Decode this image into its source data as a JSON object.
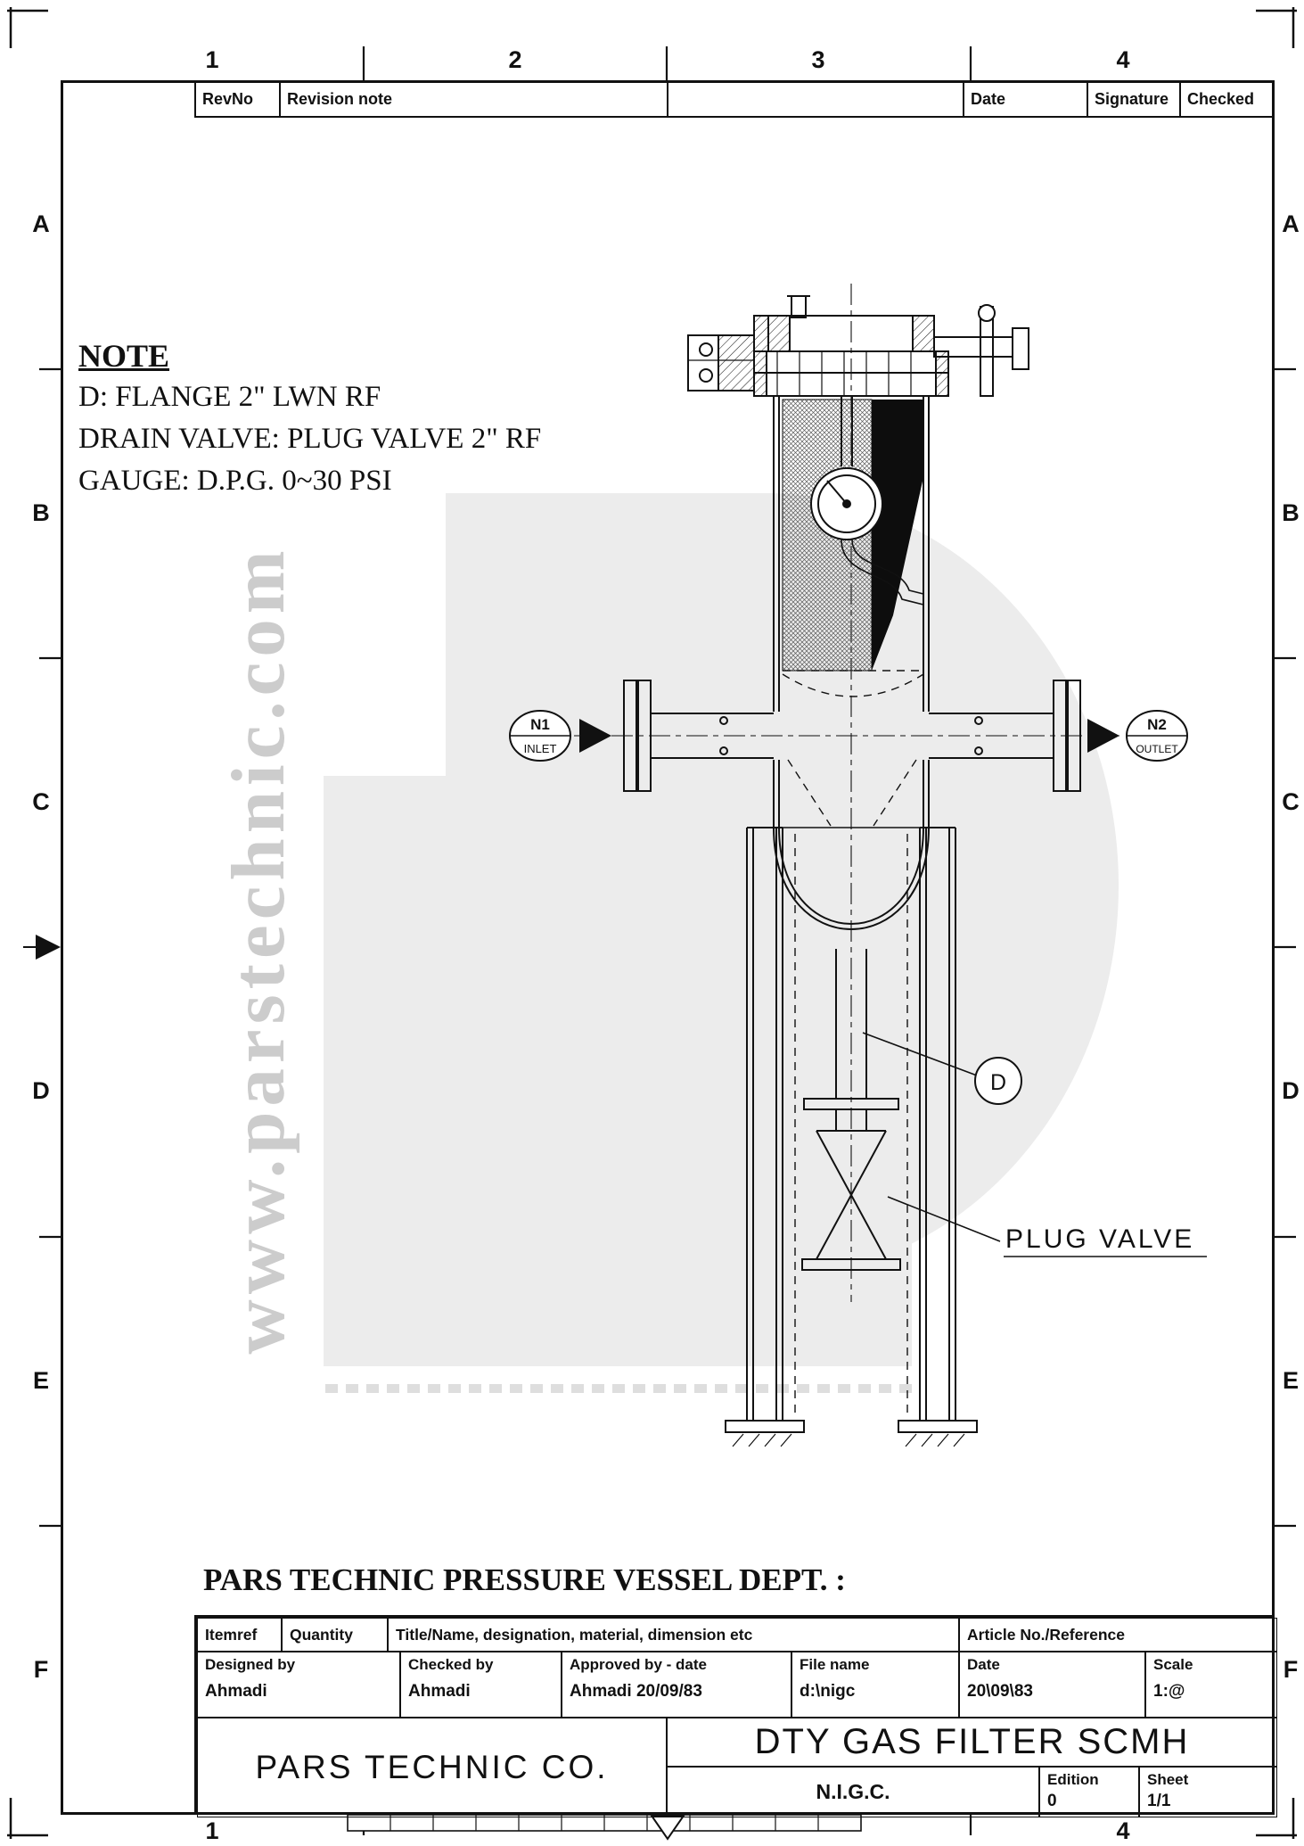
{
  "zones": {
    "top": [
      "1",
      "2",
      "3",
      "4"
    ],
    "bottom": [
      "1",
      "4"
    ],
    "left": [
      "A",
      "B",
      "C",
      "D",
      "E",
      "F"
    ],
    "right": [
      "A",
      "B",
      "C",
      "D",
      "E",
      "F"
    ]
  },
  "revision_table": {
    "headers": [
      "RevNo",
      "Revision note",
      "Date",
      "Signature",
      "Checked"
    ]
  },
  "note": {
    "title": "NOTE",
    "lines": [
      "D: FLANGE 2\" LWN RF",
      "DRAIN VALVE: PLUG VALVE 2\" RF",
      "GAUGE: D.P.G. 0~30 PSI"
    ]
  },
  "watermark": "www.parstechnic.com",
  "drawing": {
    "n1": "N1",
    "n1_sub": "INLET",
    "n2": "N2",
    "n2_sub": "OUTLET",
    "detail_d": "D",
    "plug_valve": "PLUG VALVE"
  },
  "title_block": {
    "dept_title": "PARS TECHNIC PRESSURE VESSEL DEPT. :",
    "col_itemref": "Itemref",
    "col_quantity": "Quantity",
    "col_title": "Title/Name, designation, material, dimension etc",
    "col_article": "Article No./Reference",
    "designed_label": "Designed by",
    "designed_value": "Ahmadi",
    "checked_label": "Checked by",
    "checked_value": "Ahmadi",
    "approved_label": "Approved by - date",
    "approved_value": "Ahmadi 20/09/83",
    "file_label": "File name",
    "file_value": "d:\\nigc",
    "date_label": "Date",
    "date_value": "20\\09\\83",
    "scale_label": "Scale",
    "scale_value": "1:@",
    "company": "PARS TECHNIC CO.",
    "drawing_title": "DTY GAS FILTER SCMH",
    "client": "N.I.G.C.",
    "edition_label": "Edition",
    "edition_value": "0",
    "sheet_label": "Sheet",
    "sheet_value": "1/1"
  }
}
